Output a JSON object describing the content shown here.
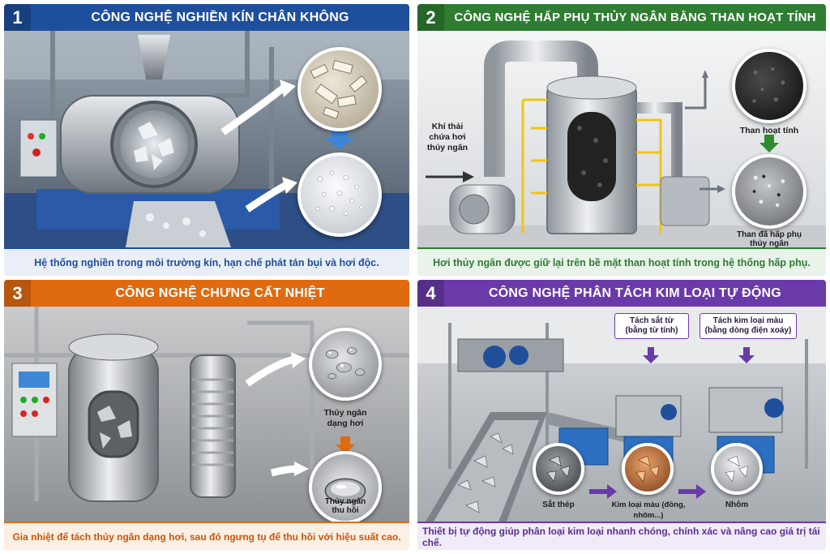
{
  "panels": [
    {
      "number": "1",
      "title": "CÔNG NGHỆ NGHIỀN KÍN CHÂN KHÔNG",
      "caption": "Hệ thống nghiền trong môi trường kín, hạn chế phát tán bụi và hơi độc.",
      "color": "#1e4f9c"
    },
    {
      "number": "2",
      "title": "CÔNG NGHỆ HẤP PHỤ THỦY NGÂN BẰNG THAN HOẠT TÍNH",
      "caption": "Hơi thủy ngân được giữ lại trên bề mặt than hoạt tính trong hệ thống hấp phụ.",
      "color": "#2e7d32",
      "labels": {
        "input": "Khí thải\nchứa hơi\nthủy ngân",
        "carbon": "Than hoạt tính",
        "spent": "Than đã hấp phụ\nthủy ngân"
      }
    },
    {
      "number": "3",
      "title": "CÔNG NGHỆ CHƯNG CẤT NHIỆT",
      "caption": "Gia nhiệt để tách thủy ngân dạng hơi, sau đó ngưng tụ để thu hồi với hiệu suất cao.",
      "color": "#e06a10",
      "labels": {
        "vapor": "Thủy ngân\ndạng hơi",
        "recovered": "Thủy ngân\nthu hồi"
      }
    },
    {
      "number": "4",
      "title": "CÔNG NGHỆ PHÂN TÁCH KIM LOẠI TỰ ĐỘNG",
      "caption": "Thiết bị tự động giúp phân loại kim loại nhanh chóng, chính xác và nâng cao giá trị tái chế.",
      "color": "#6a3aa8",
      "labels": {
        "magnet": "Tách sắt từ\n(bằng từ tính)",
        "eddy": "Tách kim loại màu\n(bằng dòng điện xoáy)",
        "steel": "Sắt thép",
        "nonferrous": "Kim loại màu (đồng, nhôm...)",
        "aluminum": "Nhôm"
      }
    }
  ]
}
